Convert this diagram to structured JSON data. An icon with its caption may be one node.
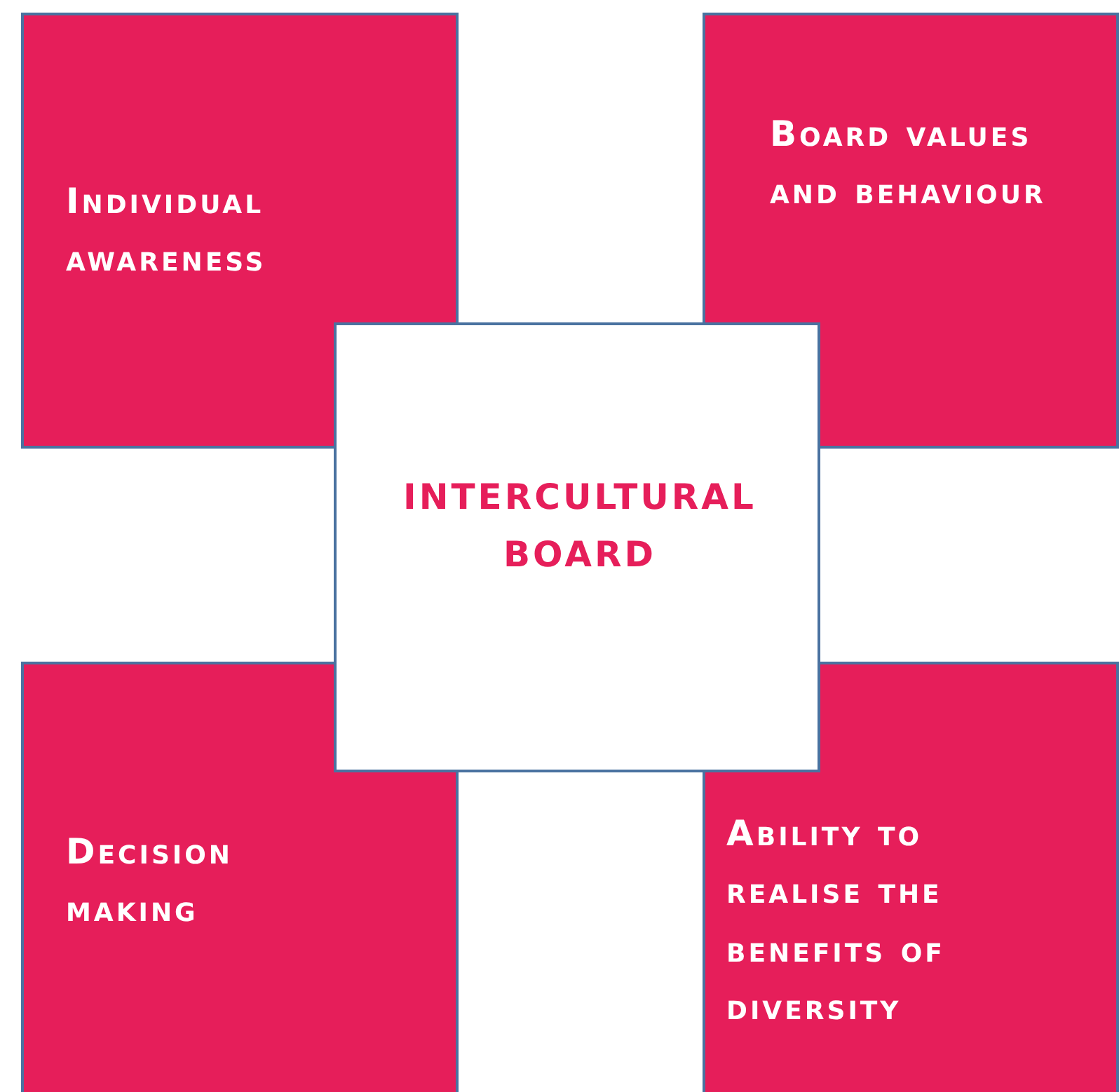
{
  "diagram": {
    "nodes": [
      {
        "text": [
          "Individual awareness"
        ]
      },
      {
        "text": [
          "Board values and behaviour"
        ]
      },
      {
        "text": [
          "INTERCULTURAL BOARD"
        ]
      },
      {
        "text": [
          "Decision making"
        ]
      },
      {
        "text": [
          "Ability to realise the benefits of diversity"
        ]
      }
    ]
  }
}
